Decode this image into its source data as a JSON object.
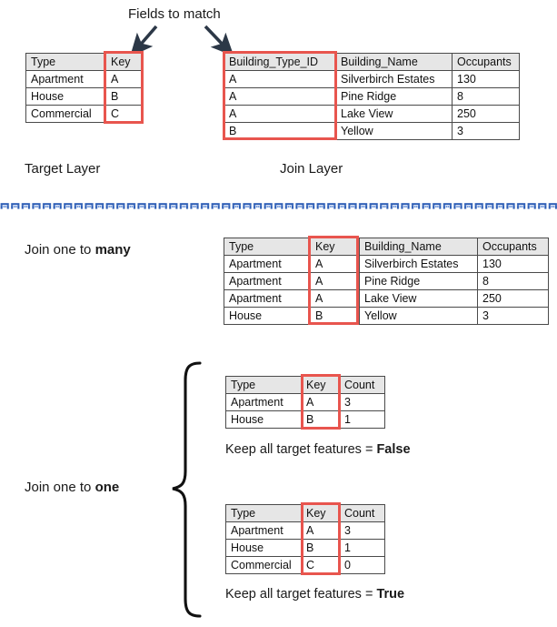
{
  "annotations": {
    "fields_to_match": "Fields to match",
    "target_layer": "Target Layer",
    "join_layer": "Join Layer",
    "join_one_to_many_prefix": "Join one to ",
    "join_one_to_many_emph": "many",
    "join_one_to_one_prefix": "Join one to ",
    "join_one_to_one_emph": "one",
    "keep_all_prefix": "Keep all target features = ",
    "keep_all_false": "False",
    "keep_all_true": "True"
  },
  "colors": {
    "highlight_red": "#e8554e",
    "arrow_navy": "#2c3847",
    "divider_blue": "#2b5cb5",
    "header_gray": "#e6e6e6",
    "border_gray": "#4a4a4a"
  },
  "target_table": {
    "headers": [
      "Type",
      "Key"
    ],
    "rows": [
      [
        "Apartment",
        "A"
      ],
      [
        "House",
        "B"
      ],
      [
        "Commercial",
        "C"
      ]
    ]
  },
  "join_table": {
    "headers": [
      "Building_Type_ID",
      "Building_Name",
      "Occupants"
    ],
    "rows": [
      [
        "A",
        "Silverbirch Estates",
        "130"
      ],
      [
        "A",
        "Pine Ridge",
        "8"
      ],
      [
        "A",
        "Lake View",
        "250"
      ],
      [
        "B",
        "Yellow",
        "3"
      ]
    ]
  },
  "one_to_many_table": {
    "headers": [
      "Type",
      "Key",
      "Building_Name",
      "Occupants"
    ],
    "rows": [
      [
        "Apartment",
        "A",
        "Silverbirch Estates",
        "130"
      ],
      [
        "Apartment",
        "A",
        "Pine Ridge",
        "8"
      ],
      [
        "Apartment",
        "A",
        "Lake View",
        "250"
      ],
      [
        "House",
        "B",
        "Yellow",
        "3"
      ]
    ]
  },
  "one_to_one_false_table": {
    "headers": [
      "Type",
      "Key",
      "Count"
    ],
    "rows": [
      [
        "Apartment",
        "A",
        "3"
      ],
      [
        "House",
        "B",
        "1"
      ]
    ]
  },
  "one_to_one_true_table": {
    "headers": [
      "Type",
      "Key",
      "Count"
    ],
    "rows": [
      [
        "Apartment",
        "A",
        "3"
      ],
      [
        "House",
        "B",
        "1"
      ],
      [
        "Commercial",
        "C",
        "0"
      ]
    ]
  }
}
